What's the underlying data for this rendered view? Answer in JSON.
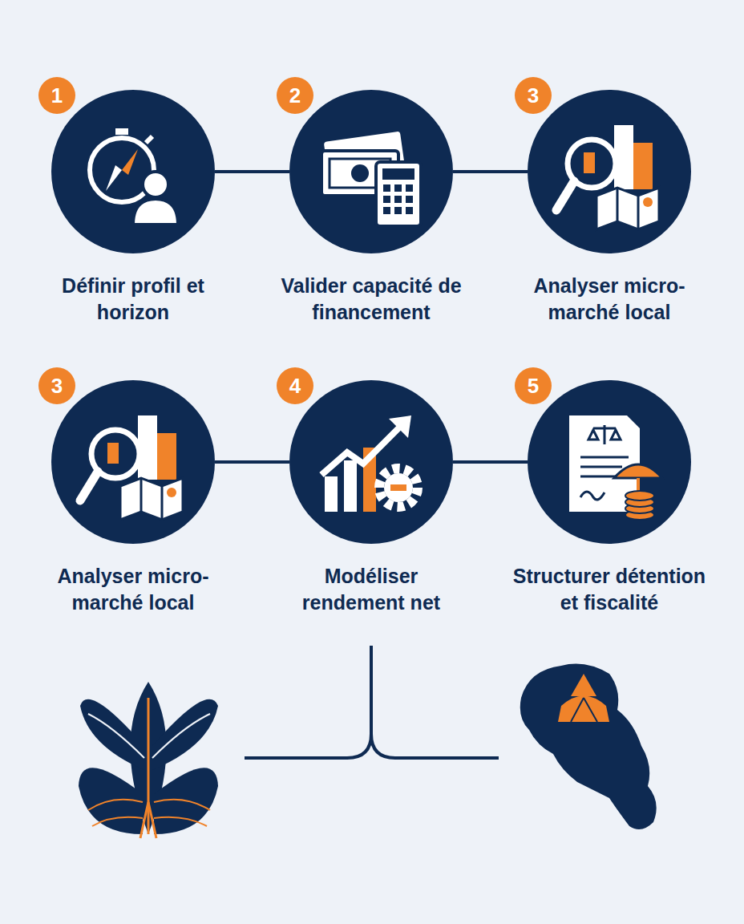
{
  "diagram": {
    "nodes": [
      {
        "text": [
          "Définir profil et horizon"
        ]
      },
      {
        "text": [
          "1"
        ],
        "in": 0
      },
      {
        "text": [
          "Valider capacité de financement"
        ]
      },
      {
        "text": [
          "2"
        ],
        "in": 2
      },
      {
        "text": [
          "Analyser micro-marché local"
        ]
      },
      {
        "text": [
          "3"
        ],
        "in": 4
      },
      {
        "text": [
          "Analyser micro-marché local"
        ]
      },
      {
        "text": [
          "3"
        ],
        "in": 6
      },
      {
        "text": [
          "Modéliser rendement net"
        ]
      },
      {
        "text": [
          "4"
        ],
        "in": 8
      },
      {
        "text": [
          "Structurer détention et fiscalité"
        ]
      },
      {
        "text": [
          "5"
        ],
        "in": 10
      }
    ],
    "edges": [
      {
        "from": 0,
        "to": 2,
        "arrow": "none"
      },
      {
        "from": 2,
        "to": 4,
        "arrow": "none"
      },
      {
        "from": 6,
        "to": 8,
        "arrow": "none"
      },
      {
        "from": 8,
        "to": 10,
        "arrow": "none"
      }
    ]
  }
}
